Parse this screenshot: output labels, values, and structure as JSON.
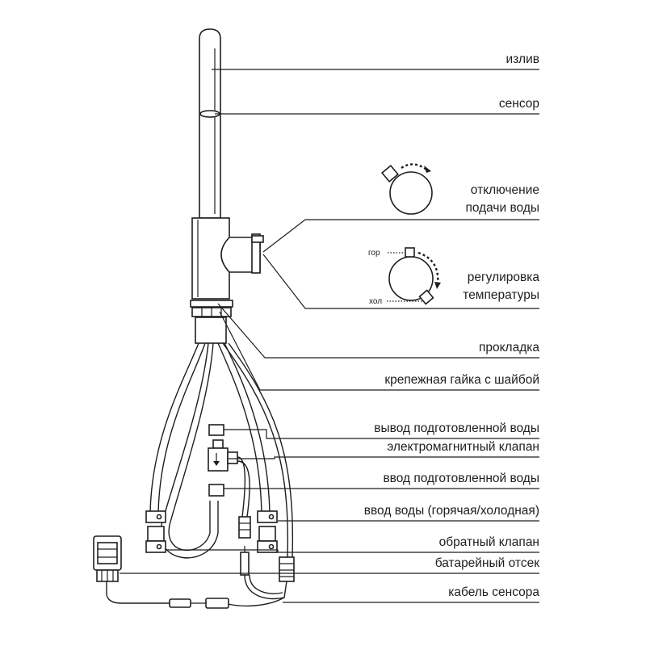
{
  "labels": {
    "spout": "излив",
    "sensor": "сенсор",
    "shutoff_line1": "отключение",
    "shutoff_line2": "подачи воды",
    "temp_line1": "регулировка",
    "temp_line2": "температуры",
    "gasket": "прокладка",
    "nut": "крепежная гайка с шайбой",
    "treated_out": "вывод подготовленной воды",
    "solenoid": "электромагнитный клапан",
    "treated_in": "ввод подготовленной воды",
    "water_in": "ввод воды (горячая/холодная)",
    "check_valve": "обратный клапан",
    "battery": "батарейный отсек",
    "sensor_cable": "кабель сенсора"
  },
  "knob_labels": {
    "hot": "гор",
    "cold": "хол"
  },
  "icons": [
    "rotate-arrow-icon",
    "rotate-arrow-icon"
  ]
}
